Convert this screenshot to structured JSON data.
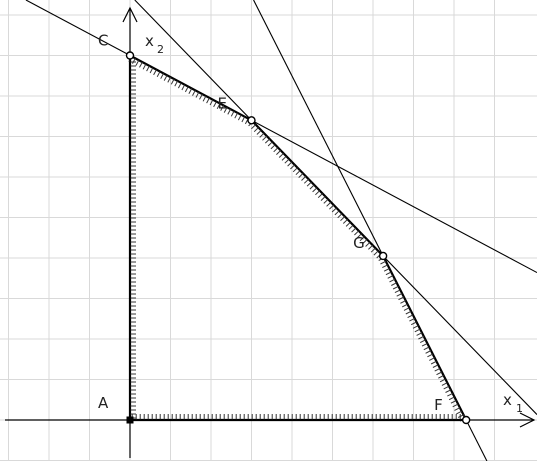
{
  "colors": {
    "background": "#ffffff",
    "grid": "#d9d9d9",
    "ink": "#000000",
    "hatch": "#333333",
    "label": "#222222"
  },
  "axes": {
    "x_name": "x",
    "x_sub": "1",
    "y_name": "x",
    "y_sub": "2"
  },
  "grid": {
    "visible": true,
    "x_range": [
      -3,
      10
    ],
    "y_range": [
      -1,
      10
    ],
    "step": 0.25
  },
  "points": [
    {
      "id": "A",
      "label": "A",
      "x": 0,
      "y": 0
    },
    {
      "id": "C",
      "label": "C",
      "x": 0,
      "y": 9
    },
    {
      "id": "E",
      "label": "E",
      "x": 3,
      "y": 7.4
    },
    {
      "id": "G",
      "label": "G",
      "x": 6.25,
      "y": 4.05
    },
    {
      "id": "F",
      "label": "F",
      "x": 8.3,
      "y": 0
    }
  ],
  "lines": [
    {
      "id": "line-1",
      "through": [
        [
          0,
          9
        ],
        [
          3,
          7.4
        ]
      ]
    },
    {
      "id": "line-2",
      "through": [
        [
          3,
          7.4
        ],
        [
          6.25,
          4.05
        ]
      ]
    },
    {
      "id": "line-3",
      "through": [
        [
          6.25,
          4.05
        ],
        [
          8.3,
          0
        ]
      ]
    }
  ],
  "feasible_region": [
    "A",
    "C",
    "E",
    "G",
    "F"
  ]
}
